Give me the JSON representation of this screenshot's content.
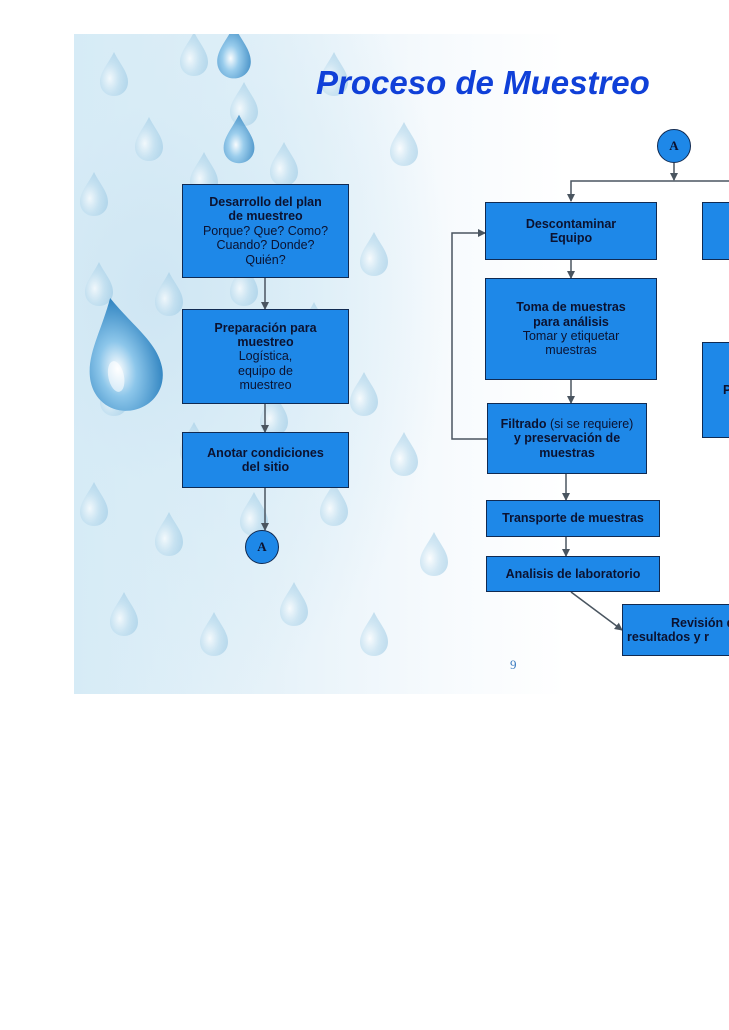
{
  "title": "Proceso de Muestreo",
  "page_number": "9",
  "connector_label": "A",
  "left_column": {
    "plan": {
      "bold": "Desarrollo del plan de muestreo",
      "bold_l1": "Desarrollo del plan",
      "bold_l2": "de muestreo",
      "detail_l1": "Porque? Que? Como?",
      "detail_l2": "Cuando? Donde?",
      "detail_l3": "Quién?"
    },
    "prep": {
      "bold_l1": "Preparación para",
      "bold_l2": "muestreo",
      "detail_l1": "Logística,",
      "detail_l2": "equipo de",
      "detail_l3": "muestreo"
    },
    "site": {
      "bold_l1": "Anotar condiciones",
      "bold_l2": "del sitio"
    }
  },
  "right_column": {
    "decon": {
      "l1": "Descontaminar",
      "l2": "Equipo"
    },
    "sampling": {
      "bold_l1": "Toma de muestras",
      "bold_l2": "para análisis",
      "detail_l1": "Tomar y etiquetar",
      "detail_l2": "muestras"
    },
    "filter": {
      "bold_word": "Filtrado",
      "detail_paren": "(si se requiere)",
      "bold_l2": "y preservación de",
      "bold_l3": "muestras"
    },
    "transport": "Transporte de muestras",
    "lab": "Analisis de laboratorio",
    "review": {
      "l1": "Revisión d",
      "l2": "resultados y r"
    },
    "cut_box_p": "P"
  },
  "colors": {
    "box_fill": "#1e88e8",
    "box_border": "#102a52",
    "title": "#1040d8",
    "line": "#4a5560",
    "page_number": "#3a7abf"
  }
}
